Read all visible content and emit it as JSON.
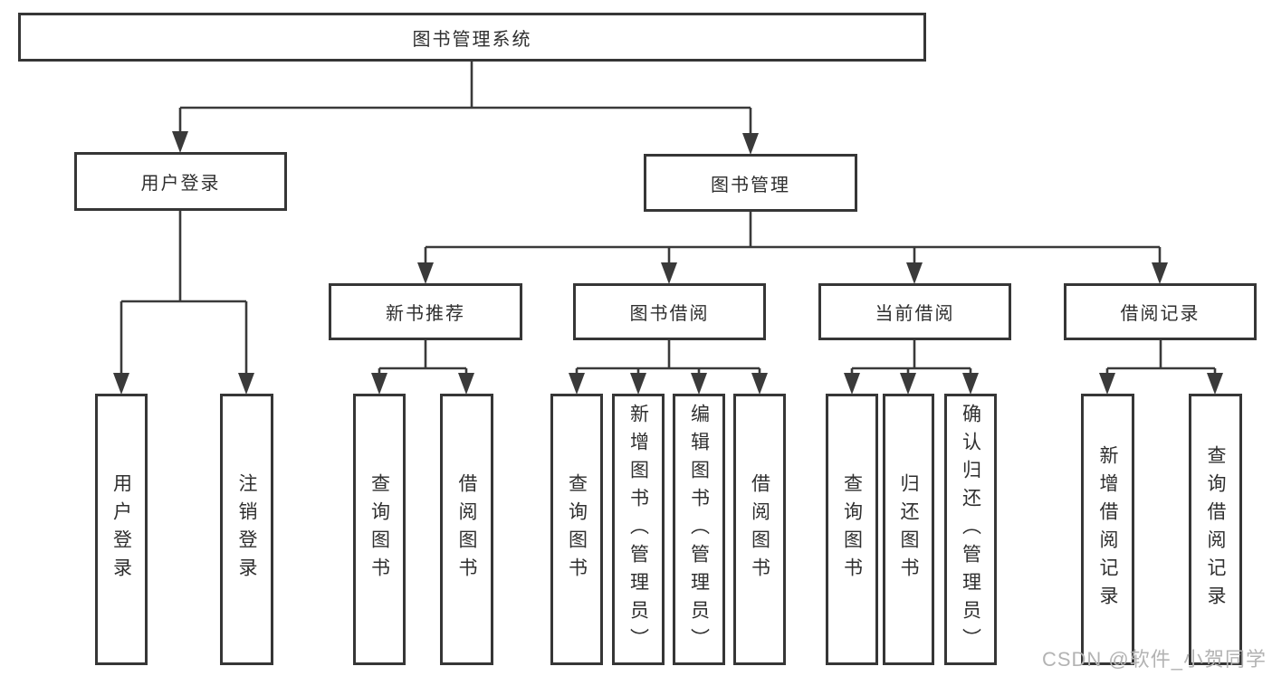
{
  "colors": {
    "line": "#3a3a3a",
    "box_border": "#363636",
    "box_fill": "#ffffff",
    "text": "#2f2f2f",
    "watermark": "#b3b3b3"
  },
  "tree": {
    "root": {
      "label": "图书管理系统"
    },
    "branches": [
      {
        "label": "用户登录",
        "children": [
          {
            "label": "用户登录"
          },
          {
            "label": "注销登录"
          }
        ]
      },
      {
        "label": "图书管理",
        "children": [
          {
            "label": "新书推荐",
            "children": [
              {
                "label": "查询图书"
              },
              {
                "label": "借阅图书"
              }
            ]
          },
          {
            "label": "图书借阅",
            "children": [
              {
                "label": "查询图书"
              },
              {
                "label": "新增图书（管理员）"
              },
              {
                "label": "编辑图书（管理员）"
              },
              {
                "label": "借阅图书"
              }
            ]
          },
          {
            "label": "当前借阅",
            "children": [
              {
                "label": "查询图书"
              },
              {
                "label": "归还图书"
              },
              {
                "label": "确认归还（管理员）"
              }
            ]
          },
          {
            "label": "借阅记录",
            "children": [
              {
                "label": "新增借阅记录"
              },
              {
                "label": "查询借阅记录"
              }
            ]
          }
        ]
      }
    ]
  },
  "watermark": {
    "text": "CSDN @软件_小贺同学"
  }
}
